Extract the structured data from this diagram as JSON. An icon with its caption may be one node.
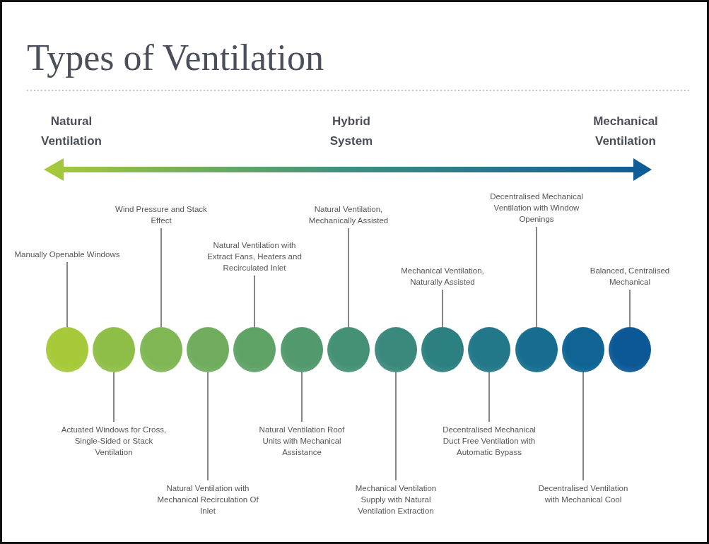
{
  "diagram": {
    "title": "Types of Ventilation",
    "nodes": [
      {
        "text": [
          "Manually Openable Windows"
        ]
      },
      {
        "text": [
          "Actuated Windows for Cross, Single-Sided or Stack Ventilation"
        ]
      },
      {
        "text": [
          "Wind Pressure and Stack Effect"
        ]
      },
      {
        "text": [
          "Natural Ventilation with Mechanical Recirculation Of Inlet"
        ]
      },
      {
        "text": [
          "Natural Ventilation with Extract Fans, Heaters and Recirculated Inlet"
        ]
      },
      {
        "text": [
          "Natural Ventilation Roof Units with Mechanical Assistance"
        ]
      },
      {
        "text": [
          "Natural Ventilation, Mechanically Assisted"
        ]
      },
      {
        "text": [
          "Mechanical Ventilation Supply with Natural Ventilation Extraction"
        ]
      },
      {
        "text": [
          "Mechanical Ventilation, Naturally Assisted"
        ]
      },
      {
        "text": [
          "Decentralised Mechanical Duct Free Ventilation with Automatic Bypass"
        ]
      },
      {
        "text": [
          "Decentralised Mechanical Ventilation with Window Openings"
        ]
      },
      {
        "text": [
          "Decentralised Ventilation with Mechanical Cool"
        ]
      },
      {
        "text": [
          "Balanced, Centralised Mechanical"
        ]
      },
      {
        "text": [],
        "shape": "circle"
      },
      {
        "text": [],
        "shape": "circle"
      },
      {
        "text": [],
        "shape": "circle"
      },
      {
        "text": [],
        "shape": "circle"
      },
      {
        "text": [],
        "shape": "circle"
      },
      {
        "text": [],
        "shape": "circle"
      },
      {
        "text": [],
        "shape": "circle"
      },
      {
        "text": [],
        "shape": "circle"
      },
      {
        "text": [],
        "shape": "circle"
      },
      {
        "text": [],
        "shape": "circle"
      },
      {
        "text": [],
        "shape": "circle"
      },
      {
        "text": [],
        "shape": "circle"
      },
      {
        "text": [],
        "shape": "circle"
      }
    ],
    "edges": [
      {
        "from": 0,
        "to": 13,
        "arrow": "none"
      },
      {
        "from": 1,
        "to": 14,
        "arrow": "none"
      },
      {
        "from": 2,
        "to": 15,
        "arrow": "none"
      },
      {
        "from": 3,
        "to": 16,
        "arrow": "none"
      },
      {
        "from": 4,
        "to": 17,
        "arrow": "none"
      },
      {
        "from": 5,
        "to": 18,
        "arrow": "none"
      },
      {
        "from": 6,
        "to": 19,
        "arrow": "none"
      },
      {
        "from": 7,
        "to": 20,
        "arrow": "none"
      },
      {
        "from": 8,
        "to": 21,
        "arrow": "none"
      },
      {
        "from": 9,
        "to": 22,
        "arrow": "none"
      },
      {
        "from": 10,
        "to": 23,
        "arrow": "none"
      },
      {
        "from": 11,
        "to": 24,
        "arrow": "none"
      },
      {
        "from": 12,
        "to": 25,
        "arrow": "none"
      }
    ],
    "labels": [
      "Natural Ventilation",
      "Hybrid System",
      "Mechanical Ventilation"
    ]
  }
}
